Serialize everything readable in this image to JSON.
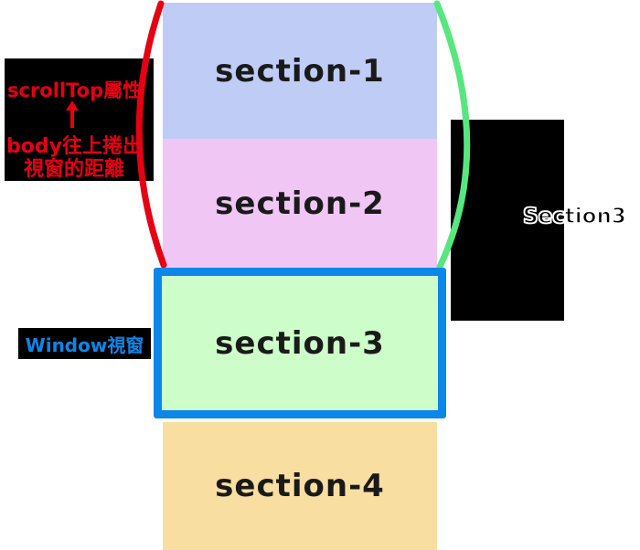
{
  "sections": [
    {
      "name": "section-1",
      "label": "section-1",
      "color": "#bfccf5"
    },
    {
      "name": "section-2",
      "label": "section-2",
      "color": "#f0c6f5"
    },
    {
      "name": "section-3",
      "label": "section-3",
      "color": "#cdfdc8"
    },
    {
      "name": "section-4",
      "label": "section-4",
      "color": "#f8dfa1"
    }
  ],
  "scrolltop_callout": {
    "title": "scrollTop屬性",
    "arrow_icon": "up-arrow",
    "desc_line1": "body往上捲出",
    "desc_line2": "視窗的距離",
    "text_color": "#e60012",
    "bg_color": "#000000"
  },
  "window_viewport": {
    "label": "Window視窗",
    "label_color": "#0d86e9",
    "label_bg": "#000000",
    "border_color": "#0d86e9"
  },
  "right_label": {
    "text": "Section3",
    "text_color": "#000000",
    "outline_color": "#ffffff",
    "bg_color": "#000000"
  },
  "annotations": {
    "left_brace_color": "#e60012",
    "right_brace_color": "#57e77e"
  }
}
